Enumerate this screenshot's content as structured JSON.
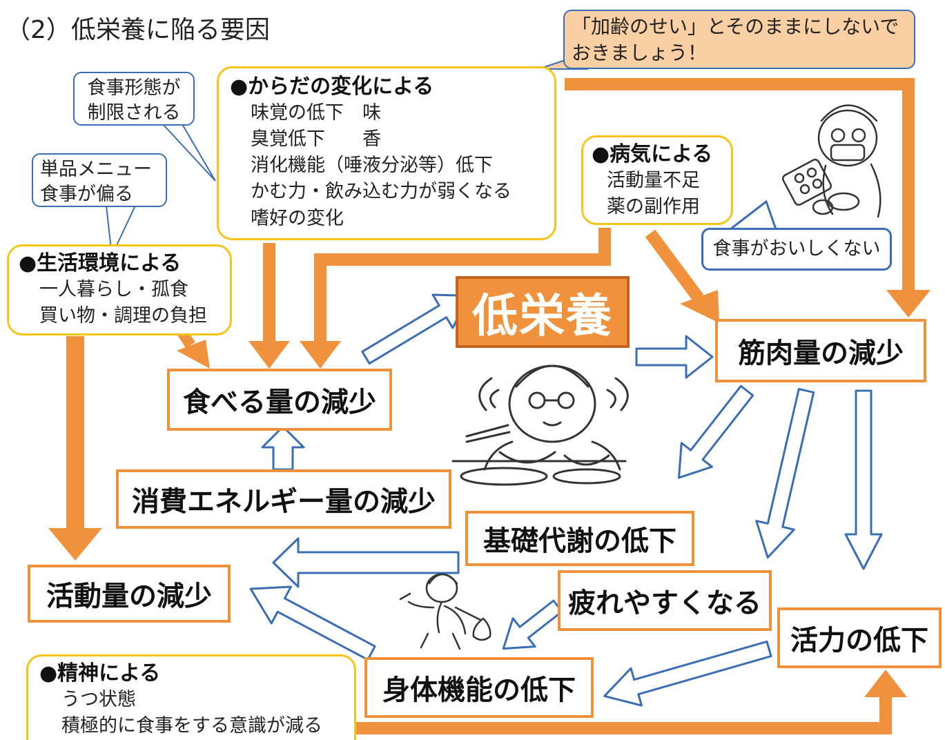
{
  "title": "（2）低栄養に陥る要因",
  "center_label": "低栄養",
  "notes": {
    "aging": "「加齢のせい」とそのままにしないで\nおきましょう！",
    "meal_form": "食事形態が\n制限される",
    "single_menu": "単品メニュー\n食事が偏る",
    "not_tasty": "食事がおいしくない"
  },
  "factors": {
    "body": {
      "head": "●からだの変化による",
      "lines": [
        "味覚の低下　味",
        "臭覚低下　　香",
        "消化機能（唾液分泌等）低下",
        "かむ力・飲み込む力が弱くなる",
        "嗜好の変化"
      ]
    },
    "disease": {
      "head": "●病気による",
      "lines": [
        "活動量不足",
        "薬の副作用"
      ]
    },
    "living": {
      "head": "●生活環境による",
      "lines": [
        "一人暮らし・孤食",
        "買い物・調理の負担"
      ]
    },
    "mental": {
      "head": "●精神による",
      "lines": [
        "うつ状態",
        "積極的に食事をする意識が減る"
      ]
    }
  },
  "outcomes": {
    "eat_less": "食べる量の減少",
    "muscle": "筋肉量の減少",
    "energy": "消費エネルギー量の減少",
    "metabolism": "基礎代謝の低下",
    "tired": "疲れやすくなる",
    "activity": "活動量の減少",
    "vitality": "活力の低下",
    "physical": "身体機能の低下"
  },
  "colors": {
    "orange": "#f0913c",
    "orange_dark": "#c4621e",
    "blue": "#3b6db5",
    "yellow": "#f5c518",
    "peach": "#f9cfa3"
  },
  "illustrations": [
    "elderly-eating-illustration",
    "elderly-with-medicine-illustration",
    "elderly-walking-illustration"
  ]
}
